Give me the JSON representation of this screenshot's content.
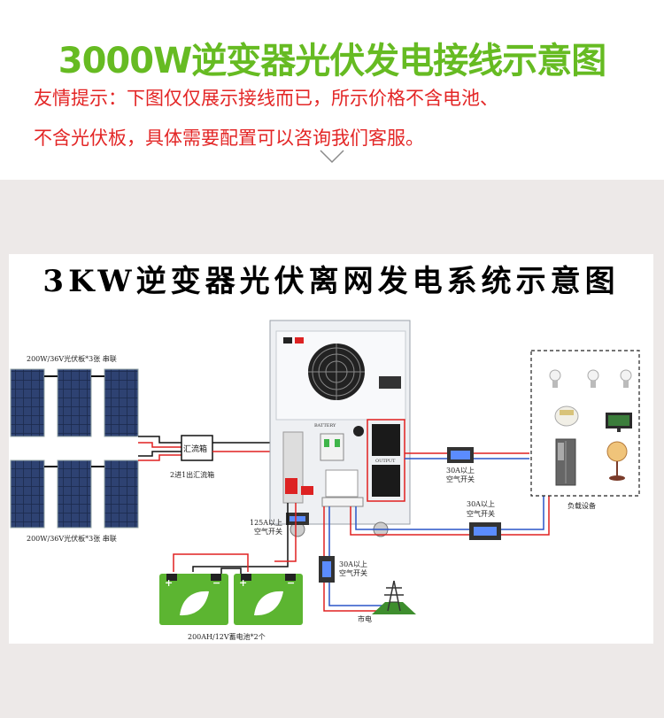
{
  "header": {
    "headline": "3000W逆变器光伏发电接线示意图",
    "notice_line1": "友情提示：下图仅仅展示接线而已，所示价格不含电池、",
    "notice_line2": "不含光伏板，具体需要配置可以咨询我们客服。"
  },
  "diagram": {
    "title": "3KW逆变器光伏离网发电系统示意图",
    "pv_top_label": "200W/36V光伏板*3张  串联",
    "pv_bottom_label": "200W/36V光伏板*3张  串联",
    "combiner_box": "汇流箱",
    "combiner_caption": "2进1出汇流箱",
    "battery_label": "BATTERY",
    "breaker_125a": "125A以上\n空气开关",
    "breaker_30a_output": "30A以上\n空气开关",
    "breaker_30a_mid": "30A以上\n空气开关",
    "breaker_30a_grid": "30A以上\n空气开关",
    "load_label": "负载设备",
    "grid_label": "市电",
    "battery_caption": "200AH/12V蓄电池*2个",
    "output_label": "OUTPUT"
  },
  "colors": {
    "headline": "#66bb22",
    "notice": "#e32626",
    "battery_green": "#5cb531",
    "wire_red": "#e02020",
    "wire_blue": "#2a55c8"
  },
  "icons": [
    "solar-panel-icon",
    "combiner-box-icon",
    "inverter-icon",
    "fan-icon",
    "battery-icon",
    "breaker-icon",
    "bulb-icon",
    "rice-cooker-icon",
    "tv-icon",
    "refrigerator-icon",
    "electric-fan-icon",
    "power-tower-icon",
    "chevron-down-icon"
  ]
}
